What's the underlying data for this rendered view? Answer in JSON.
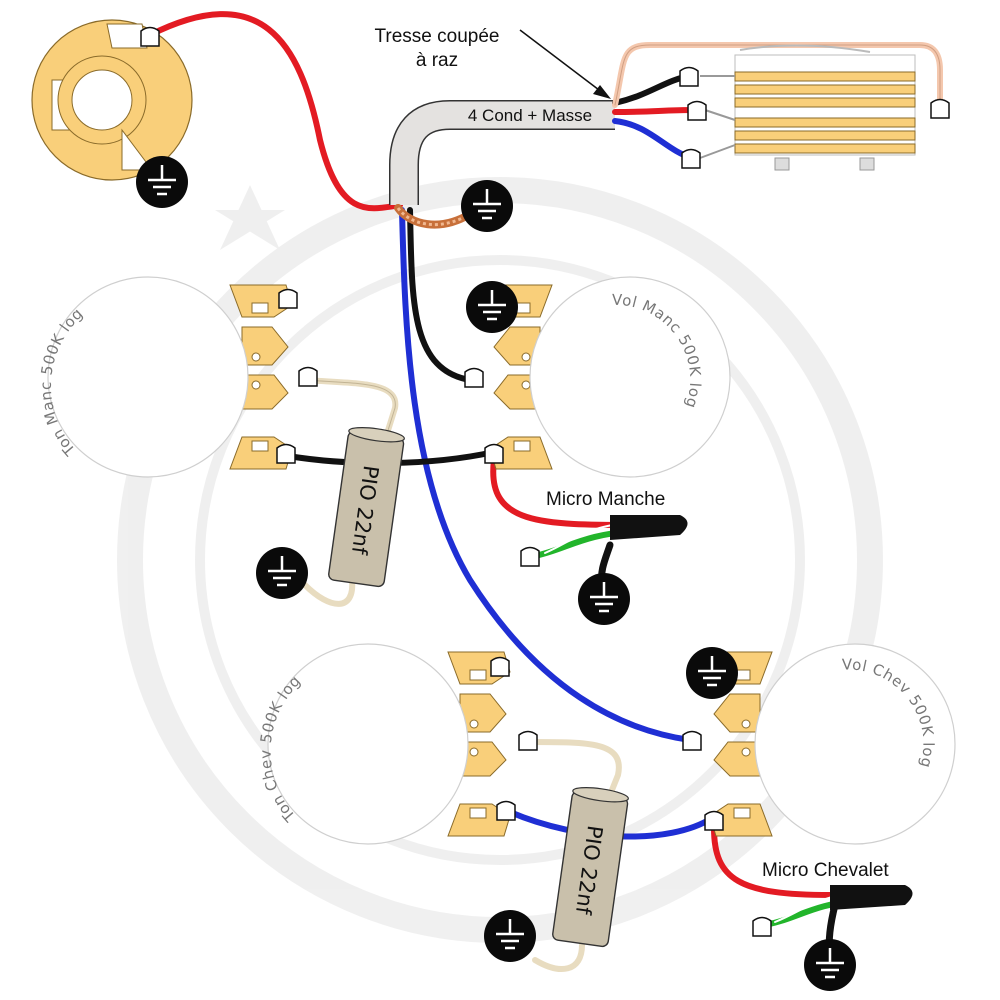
{
  "labels": {
    "cable": "4 Cond + Masse",
    "braid_line1": "Tresse coupée",
    "braid_line2": "à raz",
    "micro_manche": "Micro Manche",
    "micro_chevalet": "Micro Chevalet"
  },
  "pots": {
    "ton_manc": "Ton Manc 500K log",
    "vol_manc": "Vol Manc 500K log",
    "ton_chev": "Ton Chev 500K log",
    "vol_chev": "Vol Chev 500K log"
  },
  "capacitors": {
    "manche": "PIO 22nf",
    "chevalet": "PIO 22nf"
  },
  "icons": {
    "ground": "ground-icon"
  },
  "colors": {
    "hot_wire": "#e31b23",
    "blue_wire": "#1f2fd4",
    "black_wire": "#111111",
    "green_wire": "#22b52b",
    "lug": "#f9cf7a",
    "copper": "#c8703a",
    "cap_lead": "#e8dcc0"
  }
}
